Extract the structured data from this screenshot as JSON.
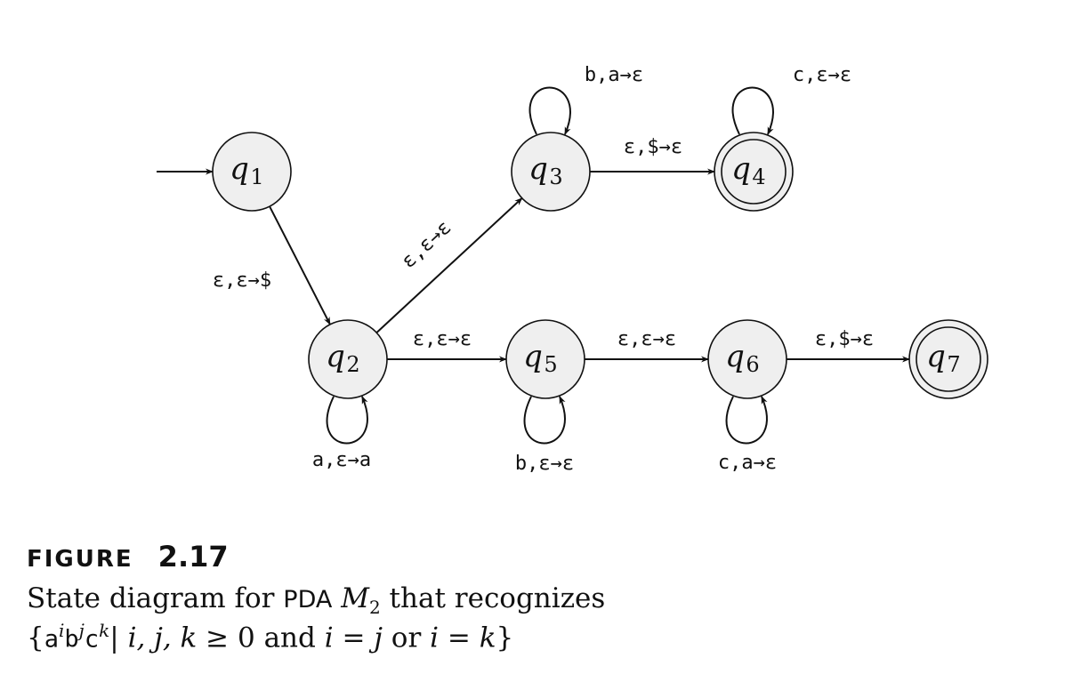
{
  "diagram": {
    "states": [
      {
        "id": "q1",
        "name": "q",
        "sub": "1",
        "accept": false,
        "start": true
      },
      {
        "id": "q2",
        "name": "q",
        "sub": "2",
        "accept": false,
        "start": false
      },
      {
        "id": "q3",
        "name": "q",
        "sub": "3",
        "accept": false,
        "start": false
      },
      {
        "id": "q4",
        "name": "q",
        "sub": "4",
        "accept": true,
        "start": false
      },
      {
        "id": "q5",
        "name": "q",
        "sub": "5",
        "accept": false,
        "start": false
      },
      {
        "id": "q6",
        "name": "q",
        "sub": "6",
        "accept": false,
        "start": false
      },
      {
        "id": "q7",
        "name": "q",
        "sub": "7",
        "accept": true,
        "start": false
      }
    ],
    "transitions": [
      {
        "from": "q1",
        "to": "q2",
        "label": "ε,ε→$"
      },
      {
        "from": "q2",
        "to": "q3",
        "label": "ε,ε→ε"
      },
      {
        "from": "q2",
        "to": "q2",
        "label": "a,ε→a"
      },
      {
        "from": "q2",
        "to": "q5",
        "label": "ε,ε→ε"
      },
      {
        "from": "q3",
        "to": "q3",
        "label": "b,a→ε"
      },
      {
        "from": "q3",
        "to": "q4",
        "label": "ε,$→ε"
      },
      {
        "from": "q4",
        "to": "q4",
        "label": "c,ε→ε"
      },
      {
        "from": "q5",
        "to": "q5",
        "label": "b,ε→ε"
      },
      {
        "from": "q5",
        "to": "q6",
        "label": "ε,ε→ε"
      },
      {
        "from": "q6",
        "to": "q6",
        "label": "c,a→ε"
      },
      {
        "from": "q6",
        "to": "q7",
        "label": "ε,$→ε"
      }
    ]
  },
  "caption": {
    "figure_word": "FIGURE",
    "figure_number": "2.17",
    "line1_a": "State diagram for ",
    "line1_pda": "PDA",
    "line1_m": "M",
    "line1_msub": "2",
    "line1_b": " that recognizes",
    "line2_open": "{",
    "line2_a": "a",
    "line2_i": "i",
    "line2_b": "b",
    "line2_j": "j",
    "line2_c": "c",
    "line2_k": "k",
    "line2_bar": "| ",
    "line2_vars": "i, j, k",
    "line2_geq": " ≥ 0 and ",
    "line2_eq1": "i = j",
    "line2_or": " or ",
    "line2_eq2": "i = k",
    "line2_close": "}"
  }
}
